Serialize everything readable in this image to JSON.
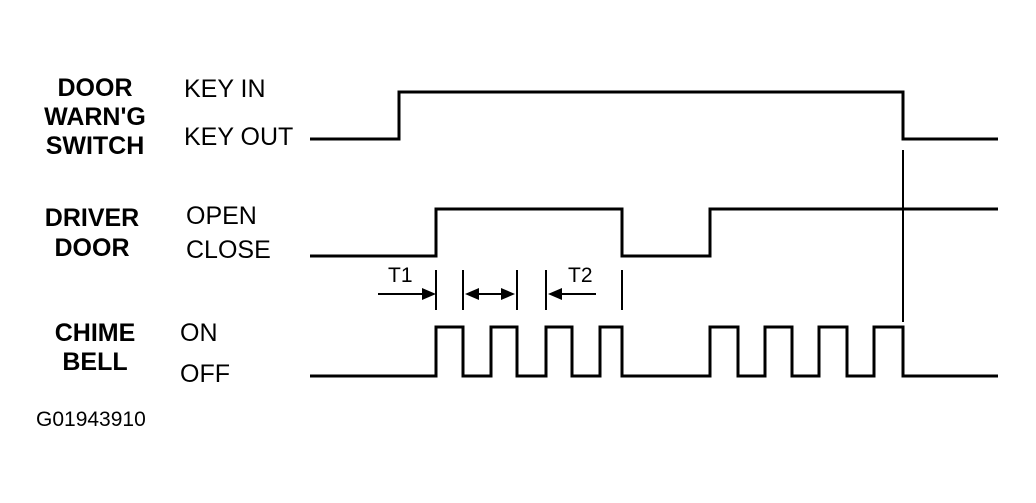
{
  "signals": {
    "door_warning_switch": {
      "name_lines": [
        "DOOR",
        "WARN'G",
        "SWITCH"
      ],
      "high_state": "KEY IN",
      "low_state": "KEY OUT",
      "sequence": [
        "low",
        "high",
        "low"
      ]
    },
    "driver_door": {
      "name_lines": [
        "DRIVER",
        "DOOR"
      ],
      "high_state": "OPEN",
      "low_state": "CLOSE",
      "sequence": [
        "low",
        "high",
        "low",
        "high"
      ]
    },
    "chime_bell": {
      "name_lines": [
        "CHIME",
        "BELL"
      ],
      "high_state": "ON",
      "low_state": "OFF",
      "pulse_groups": [
        4,
        4
      ]
    }
  },
  "timing": {
    "t1_label": "T1",
    "t2_label": "T2"
  },
  "figure_id": "G01943910",
  "colors": {
    "line": "#000000",
    "background": "#ffffff"
  }
}
